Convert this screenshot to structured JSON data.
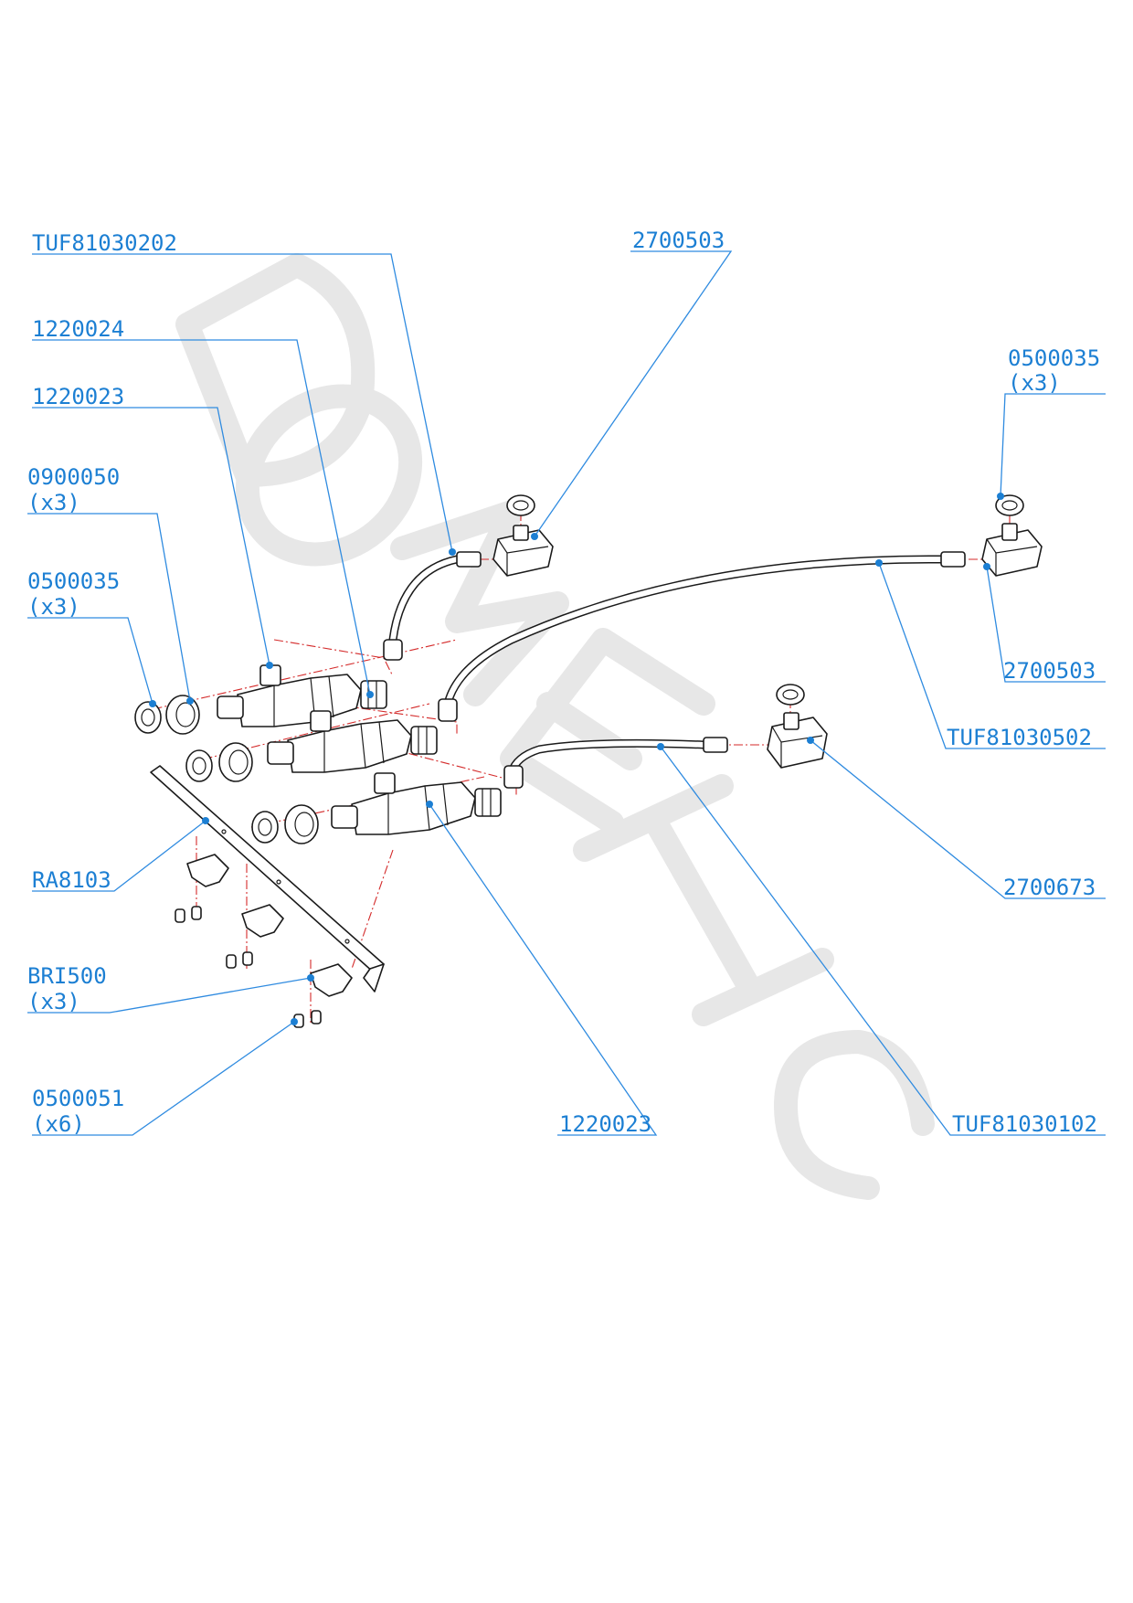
{
  "watermark": "DOMETIC",
  "labels": {
    "tuf81030202": "TUF81030202",
    "p2700503_top": "2700503",
    "p1220024": "1220024",
    "p1220023_top": "1220023",
    "p0900050": "0900050",
    "p0900050_qty": "(x3)",
    "p0500035_left": "0500035",
    "p0500035_left_qty": "(x3)",
    "p0500035_right": "0500035",
    "p0500035_right_qty": "(x3)",
    "p2700503_right": "2700503",
    "tuf81030502": "TUF81030502",
    "ra8103": "RA8103",
    "p2700673": "2700673",
    "bri500": "BRI500",
    "bri500_qty": "(x3)",
    "p0500051": "0500051",
    "p0500051_qty": "(x6)",
    "p1220023_bottom": "1220023",
    "tuf81030102": "TUF81030102"
  }
}
